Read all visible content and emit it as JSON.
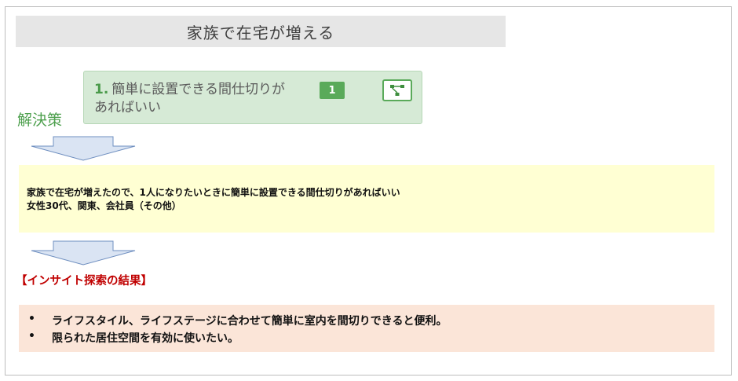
{
  "title": "家族で在宅が増える",
  "solution_label": "解決策",
  "card": {
    "number": "1.",
    "text": "簡単に設置できる間仕切りがあればいい",
    "badge": "1",
    "tree_icon": "hierarchy-icon"
  },
  "quote": {
    "line1": "家族で在宅が増えたので、1人になりたいときに簡単に設置できる間仕切りがあればいい",
    "line2": "女性30代、関東、会社員（その他）"
  },
  "result": {
    "heading": "【インサイト探索の結果】",
    "items": [
      "ライフスタイル、ライフステージに合わせて簡単に室内を間切りできると便利。",
      "限られた居住空間を有効に使いたい。"
    ],
    "bullet": "•"
  },
  "colors": {
    "card_bg": "#d6ead6",
    "accent_green": "#5aaa5a",
    "quote_bg": "#ffffd3",
    "result_bg": "#fbe5d8",
    "heading_red": "#c00000"
  }
}
